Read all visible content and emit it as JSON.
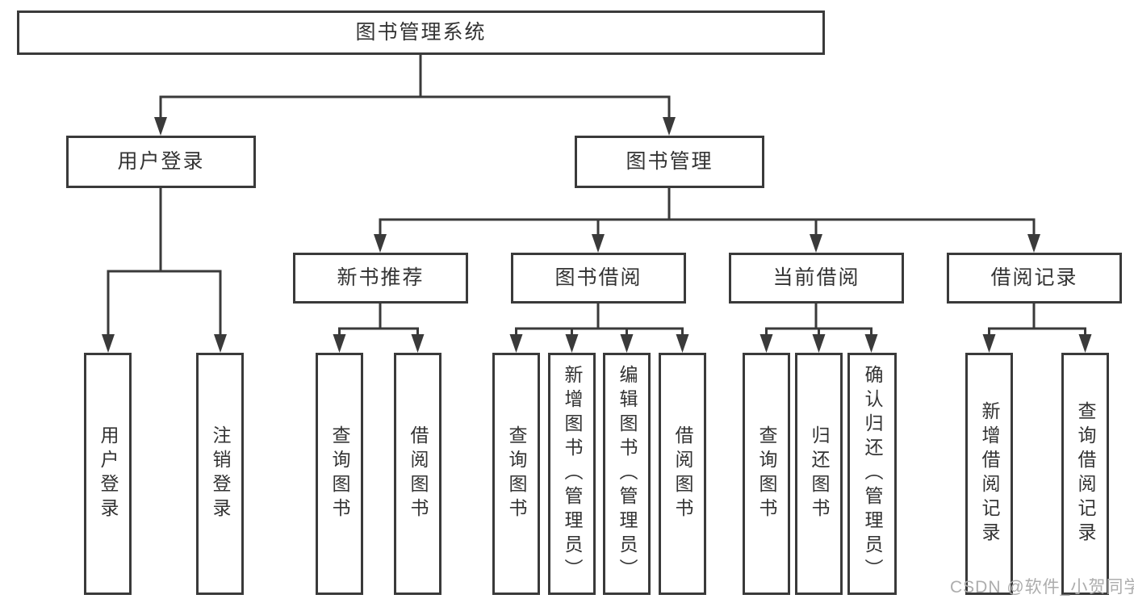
{
  "tree": {
    "root": {
      "label": "图书管理系统"
    },
    "branches": [
      {
        "label": "用户登录",
        "children": [
          {
            "label": "用户登录"
          },
          {
            "label": "注销登录"
          }
        ]
      },
      {
        "label": "图书管理",
        "children": [
          {
            "label": "新书推荐",
            "children": [
              {
                "label": "查询图书"
              },
              {
                "label": "借阅图书"
              }
            ]
          },
          {
            "label": "图书借阅",
            "children": [
              {
                "label": "查询图书"
              },
              {
                "label": "新增图书（管理员）"
              },
              {
                "label": "编辑图书（管理员）"
              },
              {
                "label": "借阅图书"
              }
            ]
          },
          {
            "label": "当前借阅",
            "children": [
              {
                "label": "查询图书"
              },
              {
                "label": "归还图书"
              },
              {
                "label": "确认归还（管理员）"
              }
            ]
          },
          {
            "label": "借阅记录",
            "children": [
              {
                "label": "新增借阅记录"
              },
              {
                "label": "查询借阅记录"
              }
            ]
          }
        ]
      }
    ]
  },
  "watermark": {
    "text": "CSDN @软件_小贺同学"
  },
  "colors": {
    "line": "#3a3a3a",
    "text": "#333333",
    "watermark": "#adadad",
    "background": "#ffffff"
  }
}
